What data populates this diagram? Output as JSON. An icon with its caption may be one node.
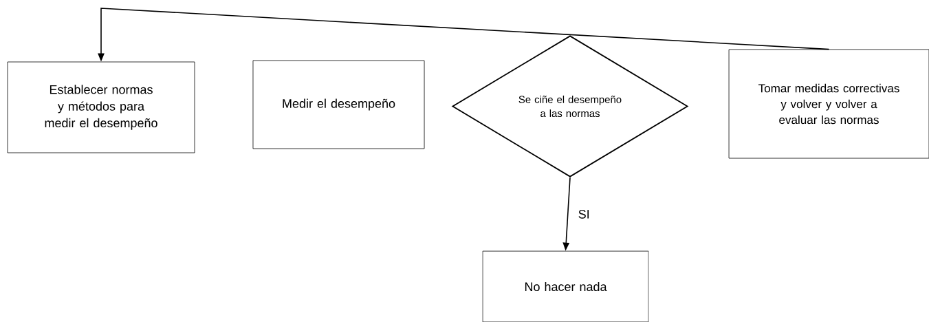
{
  "diagram": {
    "nodes": [
      {
        "text": [
          "Establecer normas y métodos para medir el desempeño"
        ]
      },
      {
        "text": [
          "Medir el desempeño"
        ]
      },
      {
        "text": [
          "Se ciñe el desempeño a las normas"
        ]
      },
      {
        "text": [
          "Tomar medidas correctivas y volver y volver a evaluar las normas"
        ]
      },
      {
        "text": [
          "No hacer nada"
        ]
      }
    ],
    "edges": [
      {
        "from": 3,
        "to": 0,
        "arrow": "to"
      },
      {
        "from": 2,
        "to": 4,
        "arrow": "to",
        "label": "SI"
      }
    ]
  }
}
